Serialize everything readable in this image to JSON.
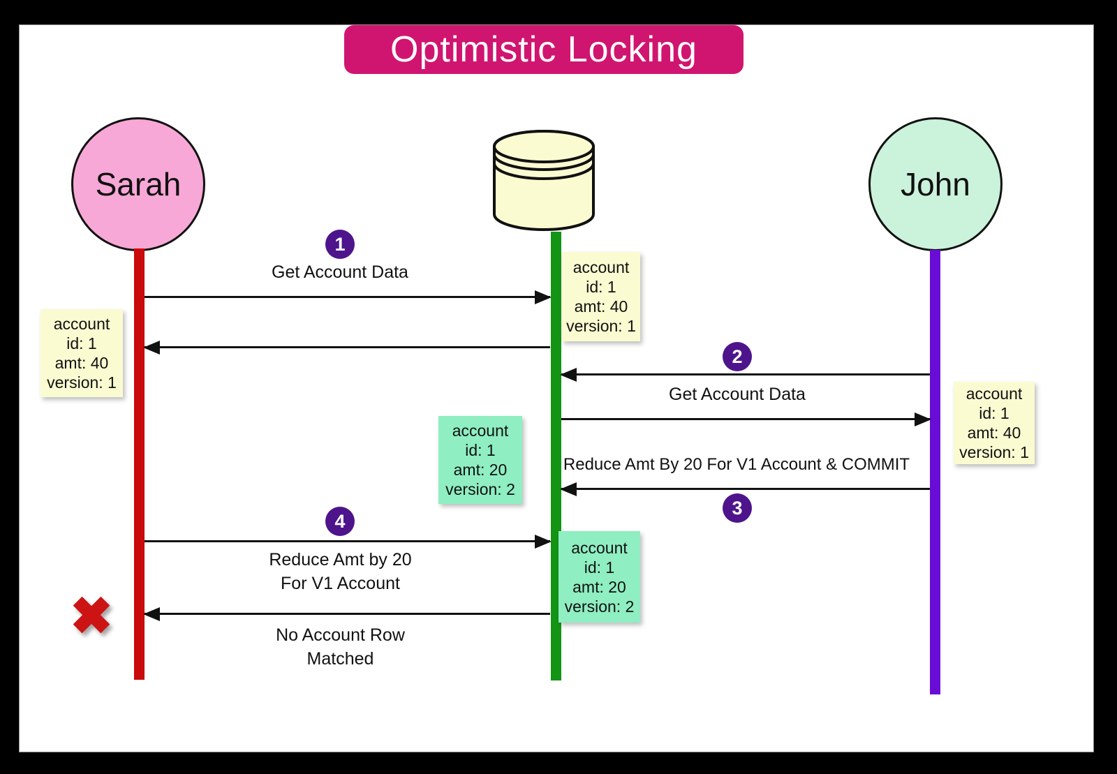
{
  "title": "Optimistic Locking",
  "actors": {
    "sarah": {
      "name": "Sarah"
    },
    "john": {
      "name": "John"
    }
  },
  "badges": {
    "step1": "1",
    "step2": "2",
    "step3": "3",
    "step4": "4"
  },
  "messages": {
    "m1": "Get Account Data",
    "m2": "Get Account Data",
    "m3": "Reduce Amt By 20 For V1 Account & COMMIT",
    "m4_line1": "Reduce Amt by 20",
    "m4_line2": "For V1 Account",
    "m5_line1": "No Account Row",
    "m5_line2": "Matched"
  },
  "notes": {
    "sarah_result": {
      "lines": [
        "account",
        "id: 1",
        "amt: 40",
        "version: 1"
      ]
    },
    "db_v1": {
      "lines": [
        "account",
        "id: 1",
        "amt: 40",
        "version: 1"
      ]
    },
    "john_result": {
      "lines": [
        "account",
        "id: 1",
        "amt: 40",
        "version: 1"
      ]
    },
    "db_v2": {
      "lines": [
        "account",
        "id: 1",
        "amt: 20",
        "version: 2"
      ]
    },
    "db_v2_commit": {
      "lines": [
        "account",
        "id: 1",
        "amt: 20",
        "version: 2"
      ]
    }
  },
  "icons": {
    "failure_x": "✖"
  },
  "colors": {
    "title_bg": "#d01570",
    "sarah_fill": "#f7a8d6",
    "john_fill": "#cbf2db",
    "db_fill": "#fbfbd2",
    "lifeline_sarah": "#c90b0b",
    "lifeline_db": "#149414",
    "lifeline_john": "#690dd6",
    "badge_bg": "#4e148c",
    "note_yellow": "#fbfbd2",
    "note_green": "#8feec2",
    "fail_x": "#cc1414"
  }
}
